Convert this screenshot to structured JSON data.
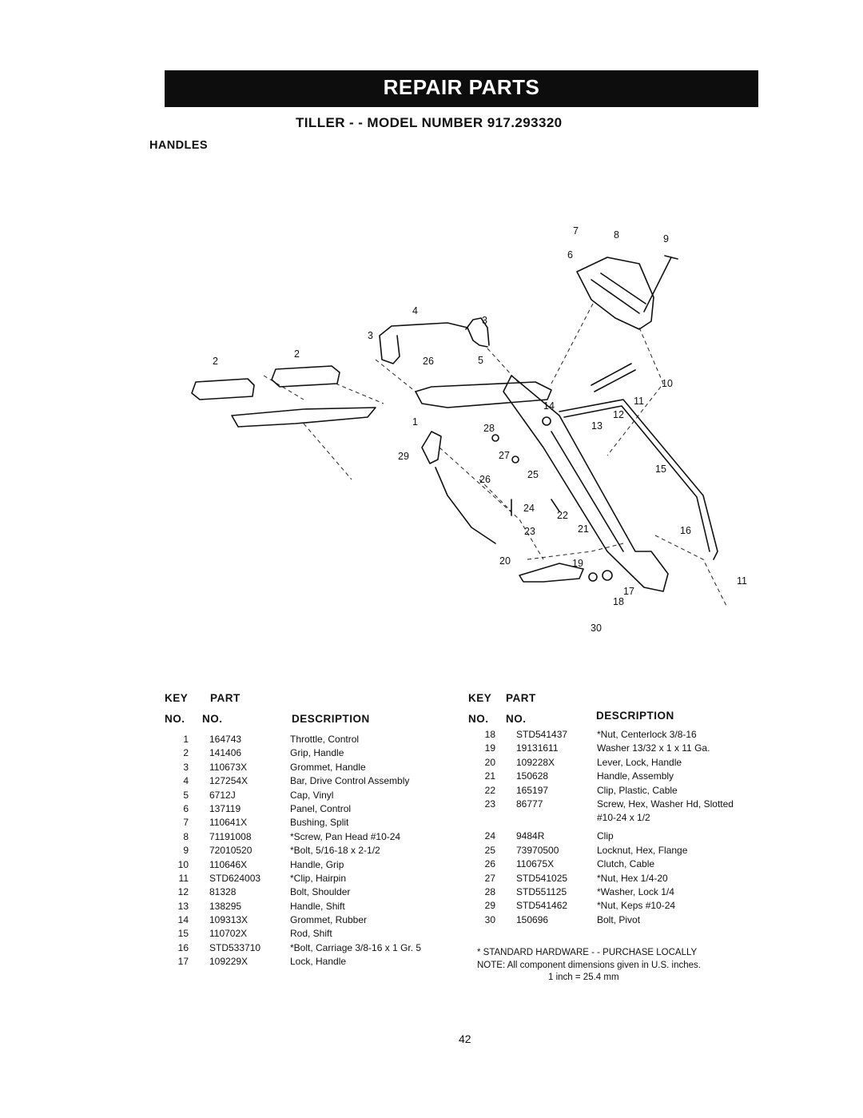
{
  "banner": "REPAIR PARTS",
  "title": "TILLER - - MODEL NUMBER 917.293320",
  "section": "HANDLES",
  "headers": {
    "key": "KEY",
    "part": "PART",
    "no1": "NO.",
    "no2": "NO.",
    "description": "DESCRIPTION"
  },
  "left_rows": [
    {
      "key": "1",
      "part": "164743",
      "desc": "Throttle, Control"
    },
    {
      "key": "2",
      "part": "141406",
      "desc": "Grip, Handle"
    },
    {
      "key": "3",
      "part": "110673X",
      "desc": "Grommet, Handle"
    },
    {
      "key": "4",
      "part": "127254X",
      "desc": "Bar, Drive Control Assembly"
    },
    {
      "key": "5",
      "part": "6712J",
      "desc": "Cap, Vinyl"
    },
    {
      "key": "6",
      "part": "137119",
      "desc": "Panel, Control"
    },
    {
      "key": "7",
      "part": "110641X",
      "desc": "Bushing, Split"
    },
    {
      "key": "8",
      "part": "71191008",
      "desc": "*Screw, Pan Head #10-24"
    },
    {
      "key": "9",
      "part": "72010520",
      "desc": "*Bolt, 5/16-18 x 2-1/2"
    },
    {
      "key": "10",
      "part": "110646X",
      "desc": "Handle, Grip"
    },
    {
      "key": "11",
      "part": "STD624003",
      "desc": "*Clip, Hairpin"
    },
    {
      "key": "12",
      "part": "81328",
      "desc": "Bolt, Shoulder"
    },
    {
      "key": "13",
      "part": "138295",
      "desc": "Handle, Shift"
    },
    {
      "key": "14",
      "part": "109313X",
      "desc": "Grommet, Rubber"
    },
    {
      "key": "15",
      "part": "110702X",
      "desc": "Rod, Shift"
    },
    {
      "key": "16",
      "part": "STD533710",
      "desc": "*Bolt, Carriage 3/8-16 x 1 Gr. 5"
    },
    {
      "key": "17",
      "part": "109229X",
      "desc": "Lock, Handle"
    }
  ],
  "right_rows": [
    {
      "key": "18",
      "part": "STD541437",
      "desc": "*Nut, Centerlock 3/8-16",
      "cont": ""
    },
    {
      "key": "19",
      "part": "19131611",
      "desc": "Washer 13/32 x 1 x 11 Ga.",
      "cont": ""
    },
    {
      "key": "20",
      "part": "109228X",
      "desc": "Lever, Lock, Handle",
      "cont": ""
    },
    {
      "key": "21",
      "part": "150628",
      "desc": "Handle, Assembly",
      "cont": ""
    },
    {
      "key": "22",
      "part": "165197",
      "desc": "Clip, Plastic, Cable",
      "cont": ""
    },
    {
      "key": "23",
      "part": "86777",
      "desc": "Screw, Hex, Washer Hd, Slotted",
      "cont": "#10-24 x 1/2"
    },
    {
      "key": "24",
      "part": "9484R",
      "desc": "Clip",
      "cont": ""
    },
    {
      "key": "25",
      "part": "73970500",
      "desc": "Locknut, Hex, Flange",
      "cont": ""
    },
    {
      "key": "26",
      "part": "110675X",
      "desc": "Clutch, Cable",
      "cont": ""
    },
    {
      "key": "27",
      "part": "STD541025",
      "desc": "*Nut, Hex 1/4-20",
      "cont": ""
    },
    {
      "key": "28",
      "part": "STD551125",
      "desc": "*Washer, Lock 1/4",
      "cont": ""
    },
    {
      "key": "29",
      "part": "STD541462",
      "desc": "*Nut, Keps #10-24",
      "cont": ""
    },
    {
      "key": "30",
      "part": "150696",
      "desc": "Bolt, Pivot",
      "cont": ""
    }
  ],
  "footnotes": {
    "standard": "* STANDARD HARDWARE - - PURCHASE LOCALLY",
    "note": "NOTE: All component dimensions given in U.S. inches.",
    "conversion": "1 inch = 25.4 mm"
  },
  "page_number": "42",
  "callouts": [
    "1",
    "2",
    "2",
    "3",
    "3",
    "4",
    "5",
    "6",
    "7",
    "8",
    "9",
    "10",
    "11",
    "11",
    "12",
    "13",
    "14",
    "15",
    "16",
    "17",
    "18",
    "19",
    "20",
    "21",
    "22",
    "23",
    "24",
    "25",
    "26",
    "26",
    "27",
    "28",
    "29",
    "30"
  ]
}
